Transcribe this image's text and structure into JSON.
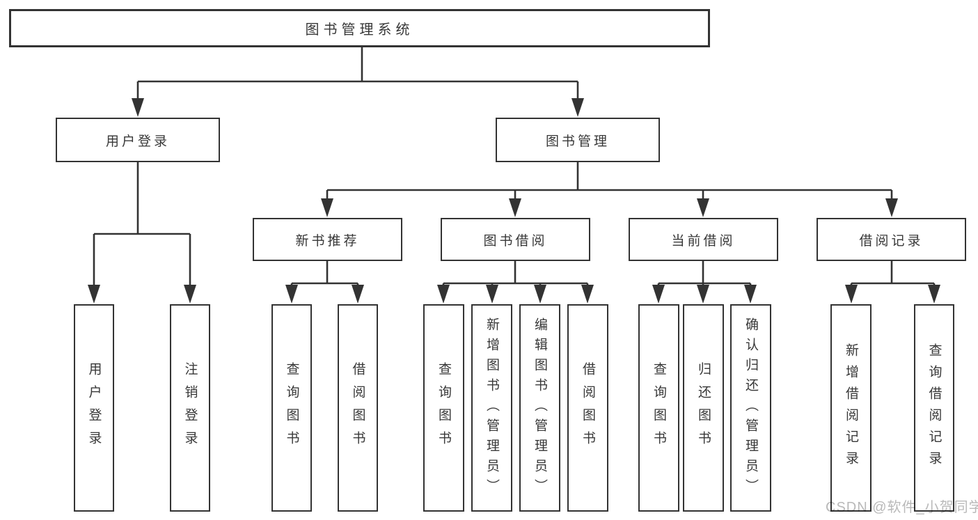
{
  "tree": {
    "label": "图书管理系统",
    "children": [
      {
        "label": "用户登录",
        "children": [
          {
            "label": "用户登录"
          },
          {
            "label": "注销登录"
          }
        ]
      },
      {
        "label": "图书管理",
        "children": [
          {
            "label": "新书推荐",
            "children": [
              {
                "label": "查询图书"
              },
              {
                "label": "借阅图书"
              }
            ]
          },
          {
            "label": "图书借阅",
            "children": [
              {
                "label": "查询图书"
              },
              {
                "label": "新增图书（管理员）"
              },
              {
                "label": "编辑图书（管理员）"
              },
              {
                "label": "借阅图书"
              }
            ]
          },
          {
            "label": "当前借阅",
            "children": [
              {
                "label": "查询图书"
              },
              {
                "label": "归还图书"
              },
              {
                "label": "确认归还（管理员）"
              }
            ]
          },
          {
            "label": "借阅记录",
            "children": [
              {
                "label": "新增借阅记录"
              },
              {
                "label": "查询借阅记录"
              }
            ]
          }
        ]
      }
    ]
  },
  "watermark": "CSDN @软件_小贺同学",
  "colors": {
    "line": "#333333",
    "text": "#383838",
    "watermark": "#b9b9b9",
    "background": "#ffffff"
  }
}
